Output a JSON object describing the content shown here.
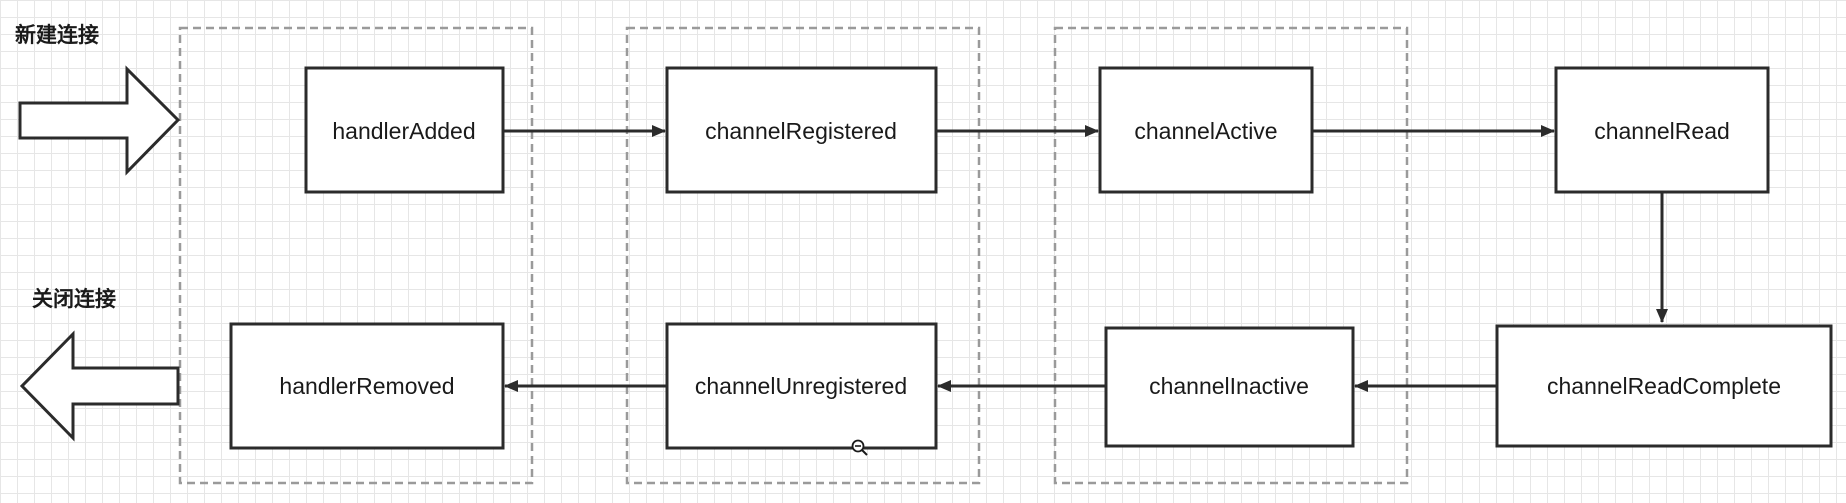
{
  "labels": {
    "new_connection": "新建连接",
    "close_connection": "关闭连接"
  },
  "nodes": {
    "handler_added": "handlerAdded",
    "channel_registered": "channelRegistered",
    "channel_active": "channelActive",
    "channel_read": "channelRead",
    "channel_read_complete": "channelReadComplete",
    "channel_inactive": "channelInactive",
    "channel_unregistered": "channelUnregistered",
    "handler_removed": "handlerRemoved"
  },
  "flow": [
    [
      "handler_added",
      "channel_registered"
    ],
    [
      "channel_registered",
      "channel_active"
    ],
    [
      "channel_active",
      "channel_read"
    ],
    [
      "channel_read",
      "channel_read_complete"
    ],
    [
      "channel_read_complete",
      "channel_inactive"
    ],
    [
      "channel_inactive",
      "channel_unregistered"
    ],
    [
      "channel_unregistered",
      "handler_removed"
    ]
  ],
  "icons": {
    "cursor": "zoom-out-icon"
  },
  "colors": {
    "stroke": "#2b2b2b",
    "group_border": "#9a9a9a",
    "grid": "#e6e6e6"
  }
}
